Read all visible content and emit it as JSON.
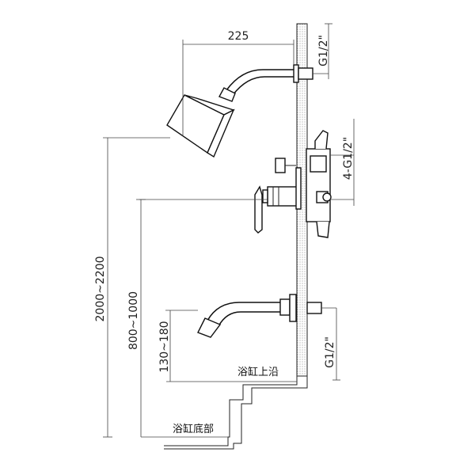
{
  "labels": {
    "dim_225": "225",
    "g12_top": "G1/2\"",
    "g12_mixer": "4-G1/2\"",
    "g12_spout": "G1/2\"",
    "dim_2000_2200": "2000~2200",
    "dim_800_1000": "800~1000",
    "dim_130_180": "130~180",
    "bathtub_rim": "浴缸上沿",
    "bathtub_bottom": "浴缸底部"
  },
  "colors": {
    "line": "#222222",
    "wall_hatch": "#555555",
    "background": "#ffffff"
  }
}
